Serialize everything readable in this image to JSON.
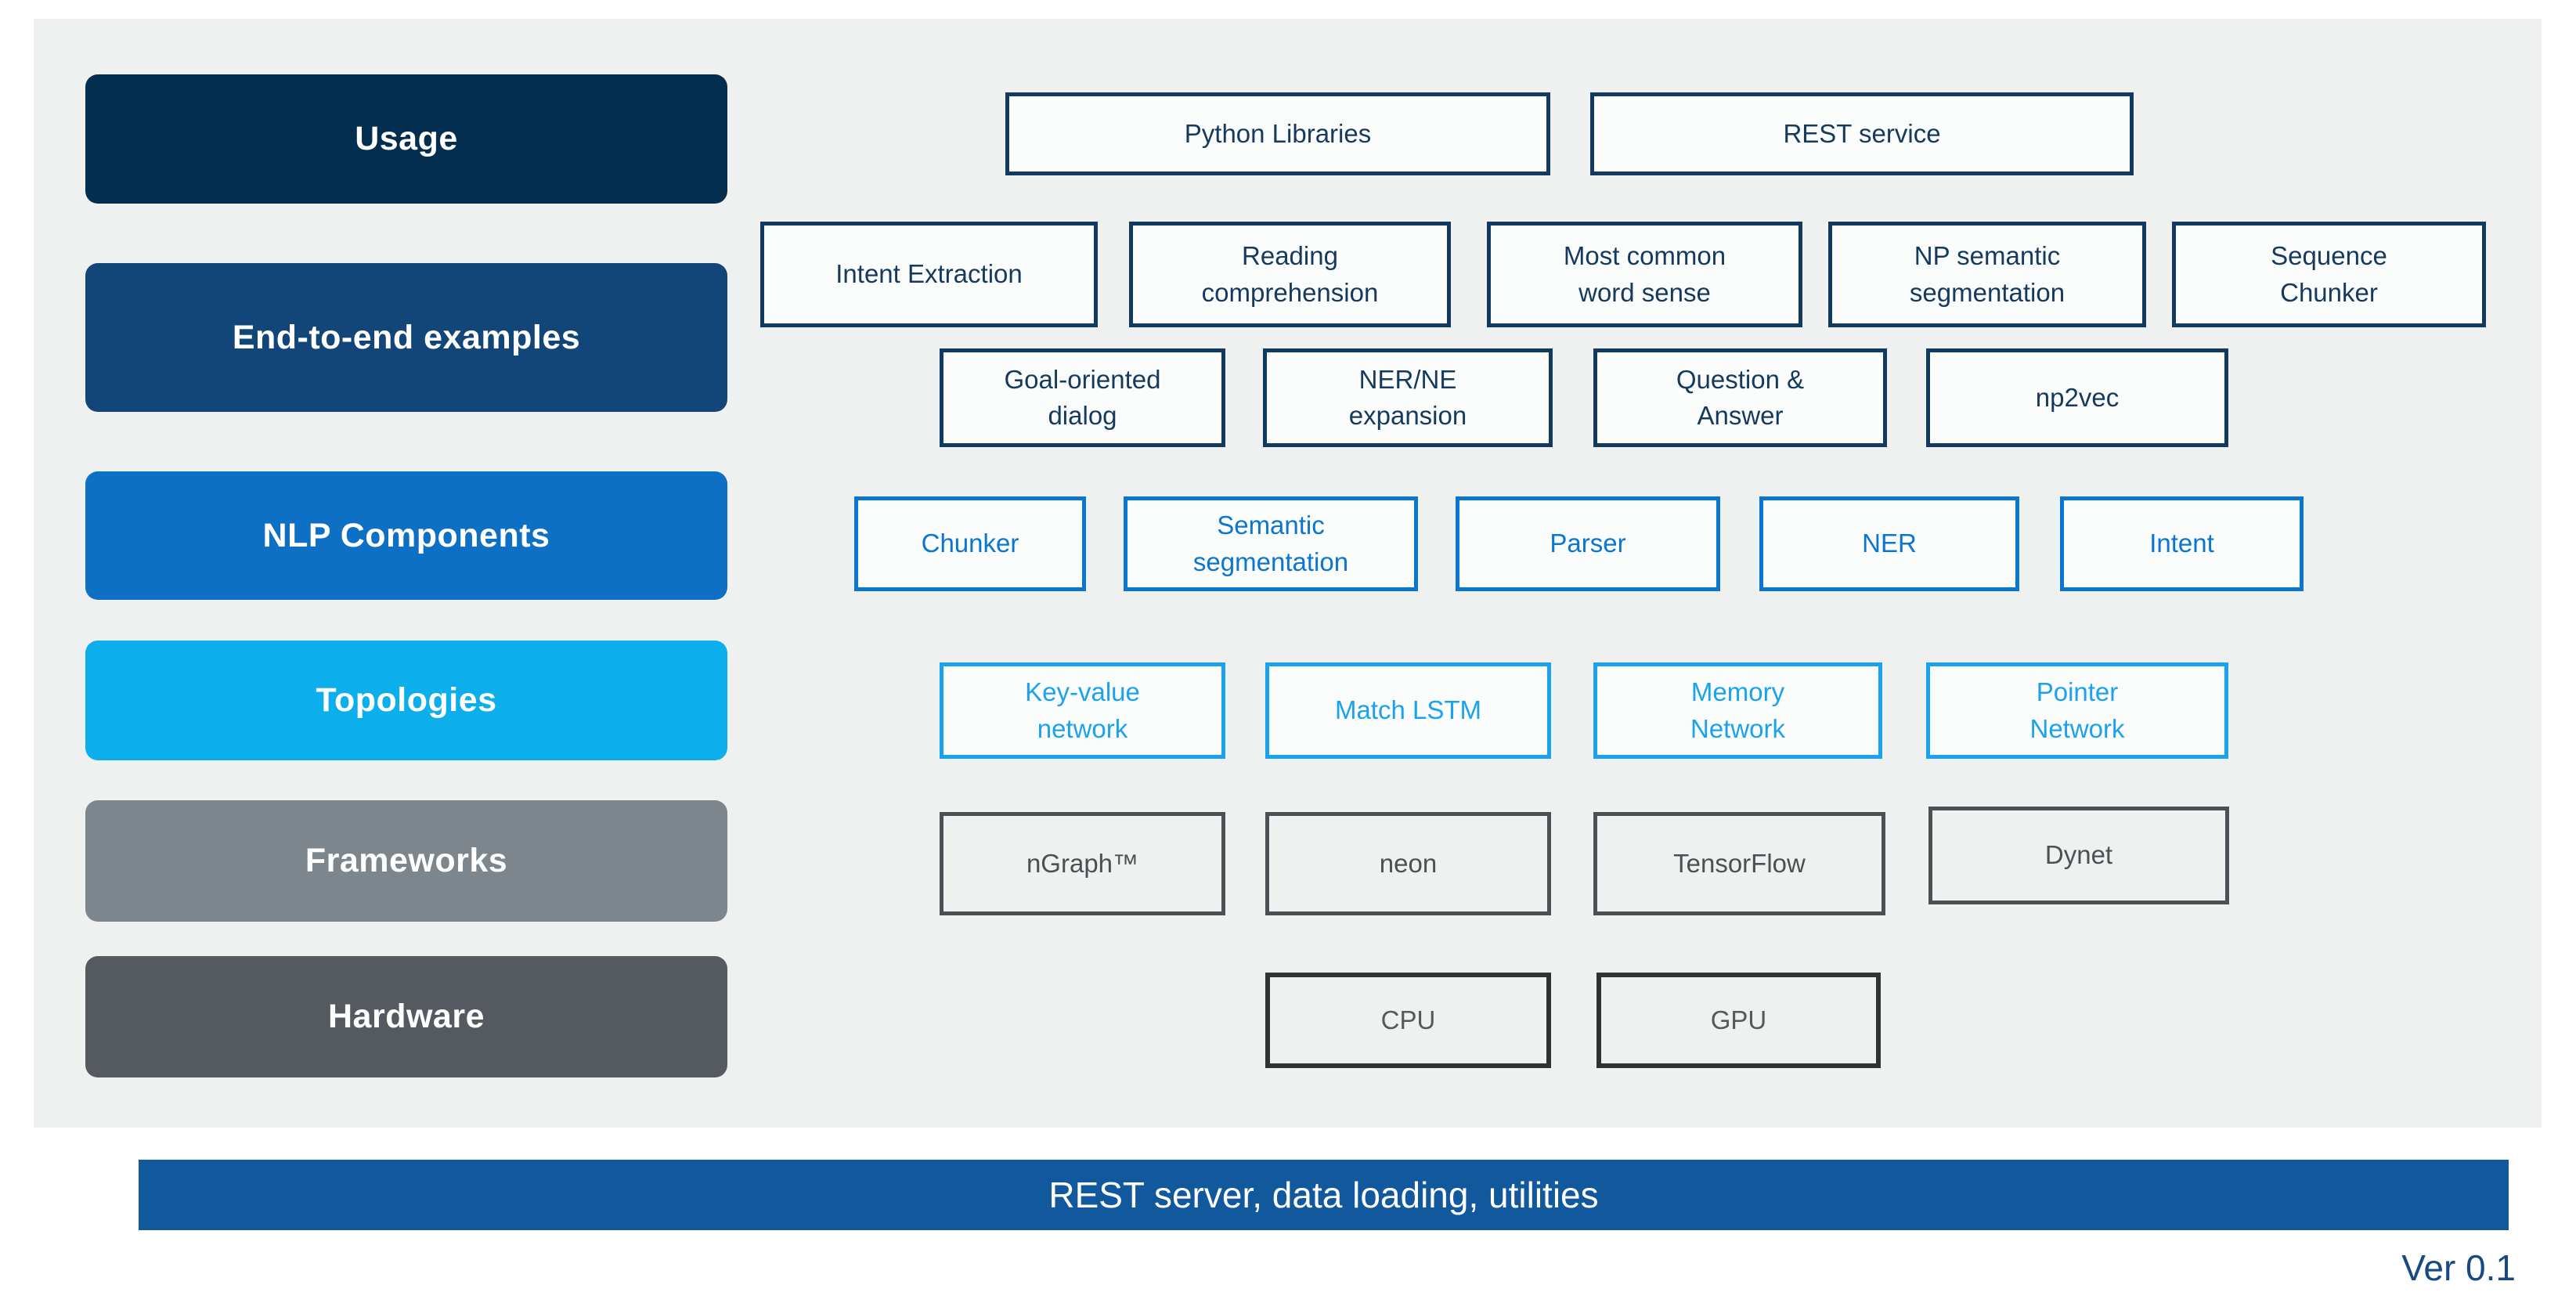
{
  "palette": {
    "page_background": "#ffffff",
    "panel_background": "#eff1f1",
    "tier_usage": "#032e4f",
    "tier_end_to_end": "#134678",
    "tier_nlp_components": "#0d70c5",
    "tier_topologies": "#0caeec",
    "tier_frameworks": "#7e868d",
    "tier_hardware": "#545a60",
    "navy_box": "#12395f",
    "blue_box": "#0a76cf",
    "light_blue_box": "#1ba2ee",
    "gray_box": "#4c5054",
    "dark_box_border": "#303335",
    "footer_bar": "#11589c",
    "version_text": "#164a80"
  },
  "tiers": {
    "usage": "Usage",
    "end_to_end": "End-to-end examples",
    "nlp_components": "NLP Components",
    "topologies": "Topologies",
    "frameworks": "Frameworks",
    "hardware": "Hardware"
  },
  "rows": {
    "usage": {
      "python_libraries": "Python Libraries",
      "rest_service": "REST service"
    },
    "examples_top": {
      "intent_extraction": "Intent Extraction",
      "reading_comprehension": "Reading\ncomprehension",
      "most_common_word_sense": "Most common\nword sense",
      "np_semantic_segmentation": "NP semantic\nsegmentation",
      "sequence_chunker": "Sequence\nChunker"
    },
    "examples_bottom": {
      "goal_oriented_dialog": "Goal-oriented\ndialog",
      "ner_ne_expansion": "NER/NE\nexpansion",
      "question_answer": "Question &\nAnswer",
      "np2vec": "np2vec"
    },
    "nlp_components": {
      "chunker": "Chunker",
      "semantic_segmentation": "Semantic\nsegmentation",
      "parser": "Parser",
      "ner": "NER",
      "intent": "Intent"
    },
    "topologies": {
      "key_value_network": "Key-value\nnetwork",
      "match_lstm": "Match LSTM",
      "memory_network": "Memory\nNetwork",
      "pointer_network": "Pointer\nNetwork"
    },
    "frameworks": {
      "ngraph": "nGraph™",
      "neon": "neon",
      "tensorflow": "TensorFlow",
      "dynet": "Dynet"
    },
    "hardware": {
      "cpu": "CPU",
      "gpu": "GPU"
    }
  },
  "footer": {
    "bar_text": "REST server, data loading, utilities",
    "version": "Ver 0.1"
  }
}
